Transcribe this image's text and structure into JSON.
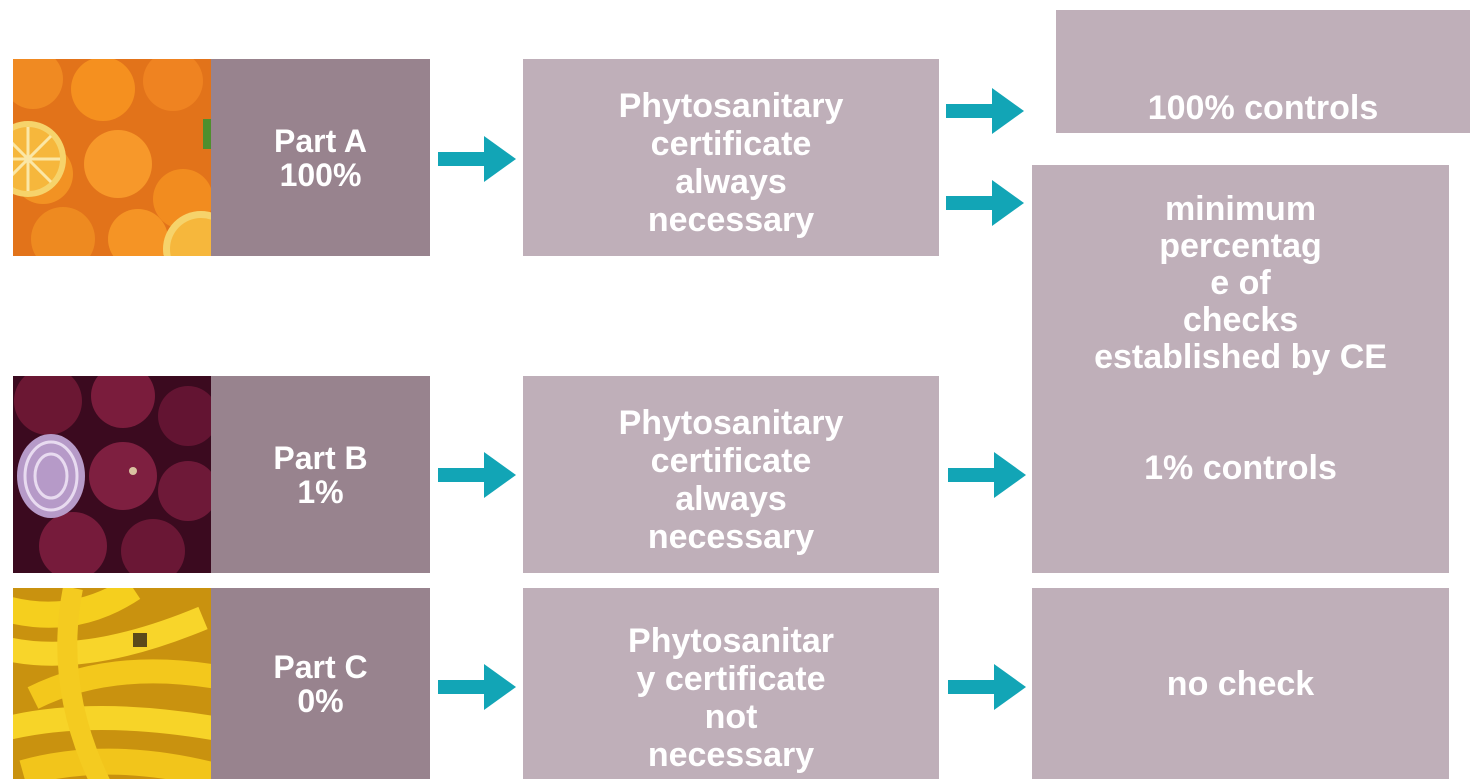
{
  "rows": [
    {
      "id": "a",
      "image": "oranges-photo",
      "part": "Part A",
      "percent": "100%",
      "certificate_lines": [
        "Phytosanitary",
        "certificate",
        "always",
        "necessary"
      ]
    },
    {
      "id": "b",
      "image": "red-onions-photo",
      "part": "Part B",
      "percent": "1%",
      "certificate_lines": [
        "Phytosanitary",
        "certificate",
        "always",
        "necessary"
      ]
    },
    {
      "id": "c",
      "image": "bananas-photo",
      "part": "Part C",
      "percent": "0%",
      "certificate_lines": [
        "Phytosanitar",
        "y  certificate",
        "not",
        "necessary"
      ]
    }
  ],
  "outcomes": {
    "full_controls": "100% controls",
    "minimum_lines": [
      "minimum",
      "percentag",
      "e  of",
      "checks",
      "established by CE"
    ],
    "one_percent_controls": "1% controls",
    "no_check": "no check"
  },
  "colors": {
    "label_box": "#98838e",
    "result_box": "#bfafb9",
    "arrow": "#12a5b6",
    "text": "#ffffff"
  }
}
